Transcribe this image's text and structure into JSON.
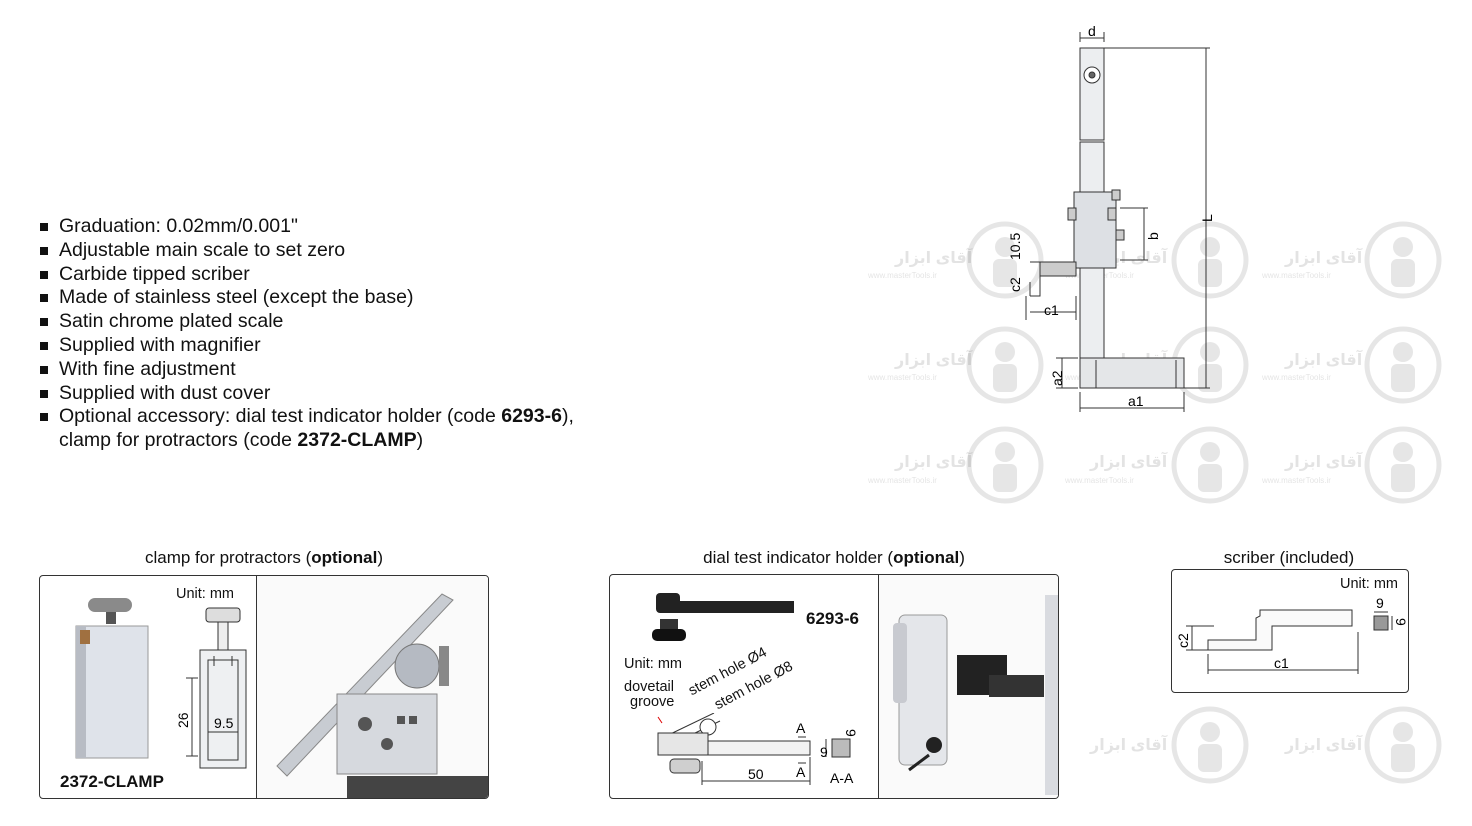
{
  "features": [
    {
      "text": "Graduation: 0.02mm/0.001\""
    },
    {
      "text": "Adjustable main scale to set zero"
    },
    {
      "text": "Carbide tipped scriber"
    },
    {
      "text": "Made of stainless steel (except the base)"
    },
    {
      "text": "Satin chrome plated scale"
    },
    {
      "text": "Supplied with magnifier"
    },
    {
      "text": "With fine adjustment"
    },
    {
      "text": "Supplied with dust cover"
    }
  ],
  "optional_feature": {
    "prefix": "Optional accessory: dial test indicator holder (code ",
    "code1": "6293-6",
    "middle": "),",
    "line2_prefix": "clamp for protractors (code ",
    "code2": "2372-CLAMP",
    "suffix": ")"
  },
  "main_drawing": {
    "labels": {
      "d": "d",
      "L": "L",
      "b": "b",
      "h": "10.5",
      "c2": "c2",
      "c1": "c1",
      "a2": "a2",
      "a1": "a1"
    }
  },
  "clamp_section": {
    "title": "clamp for protractors (",
    "title_bold": "optional",
    "title_end": ")",
    "unit": "Unit: mm",
    "dim_height": "26",
    "dim_width": "9.5",
    "code": "2372-CLAMP"
  },
  "holder_section": {
    "title": "dial test indicator holder (",
    "title_bold": "optional",
    "title_end": ")",
    "code": "6293-6",
    "unit": "Unit: mm",
    "dovetail": "dovetail",
    "groove": "groove",
    "stem4": "stem hole Ø4",
    "stem8": "stem hole Ø8",
    "length": "50",
    "sec_a": "A",
    "sec_w": "9",
    "sec_h": "9",
    "section": "A-A"
  },
  "scriber_section": {
    "title": "scriber (included)",
    "unit": "Unit: mm",
    "w": "9",
    "h": "9",
    "c1": "c1",
    "c2": "c2"
  },
  "watermark": {
    "text": "آقای ابزار",
    "sub": "www.masterTools.ir"
  }
}
